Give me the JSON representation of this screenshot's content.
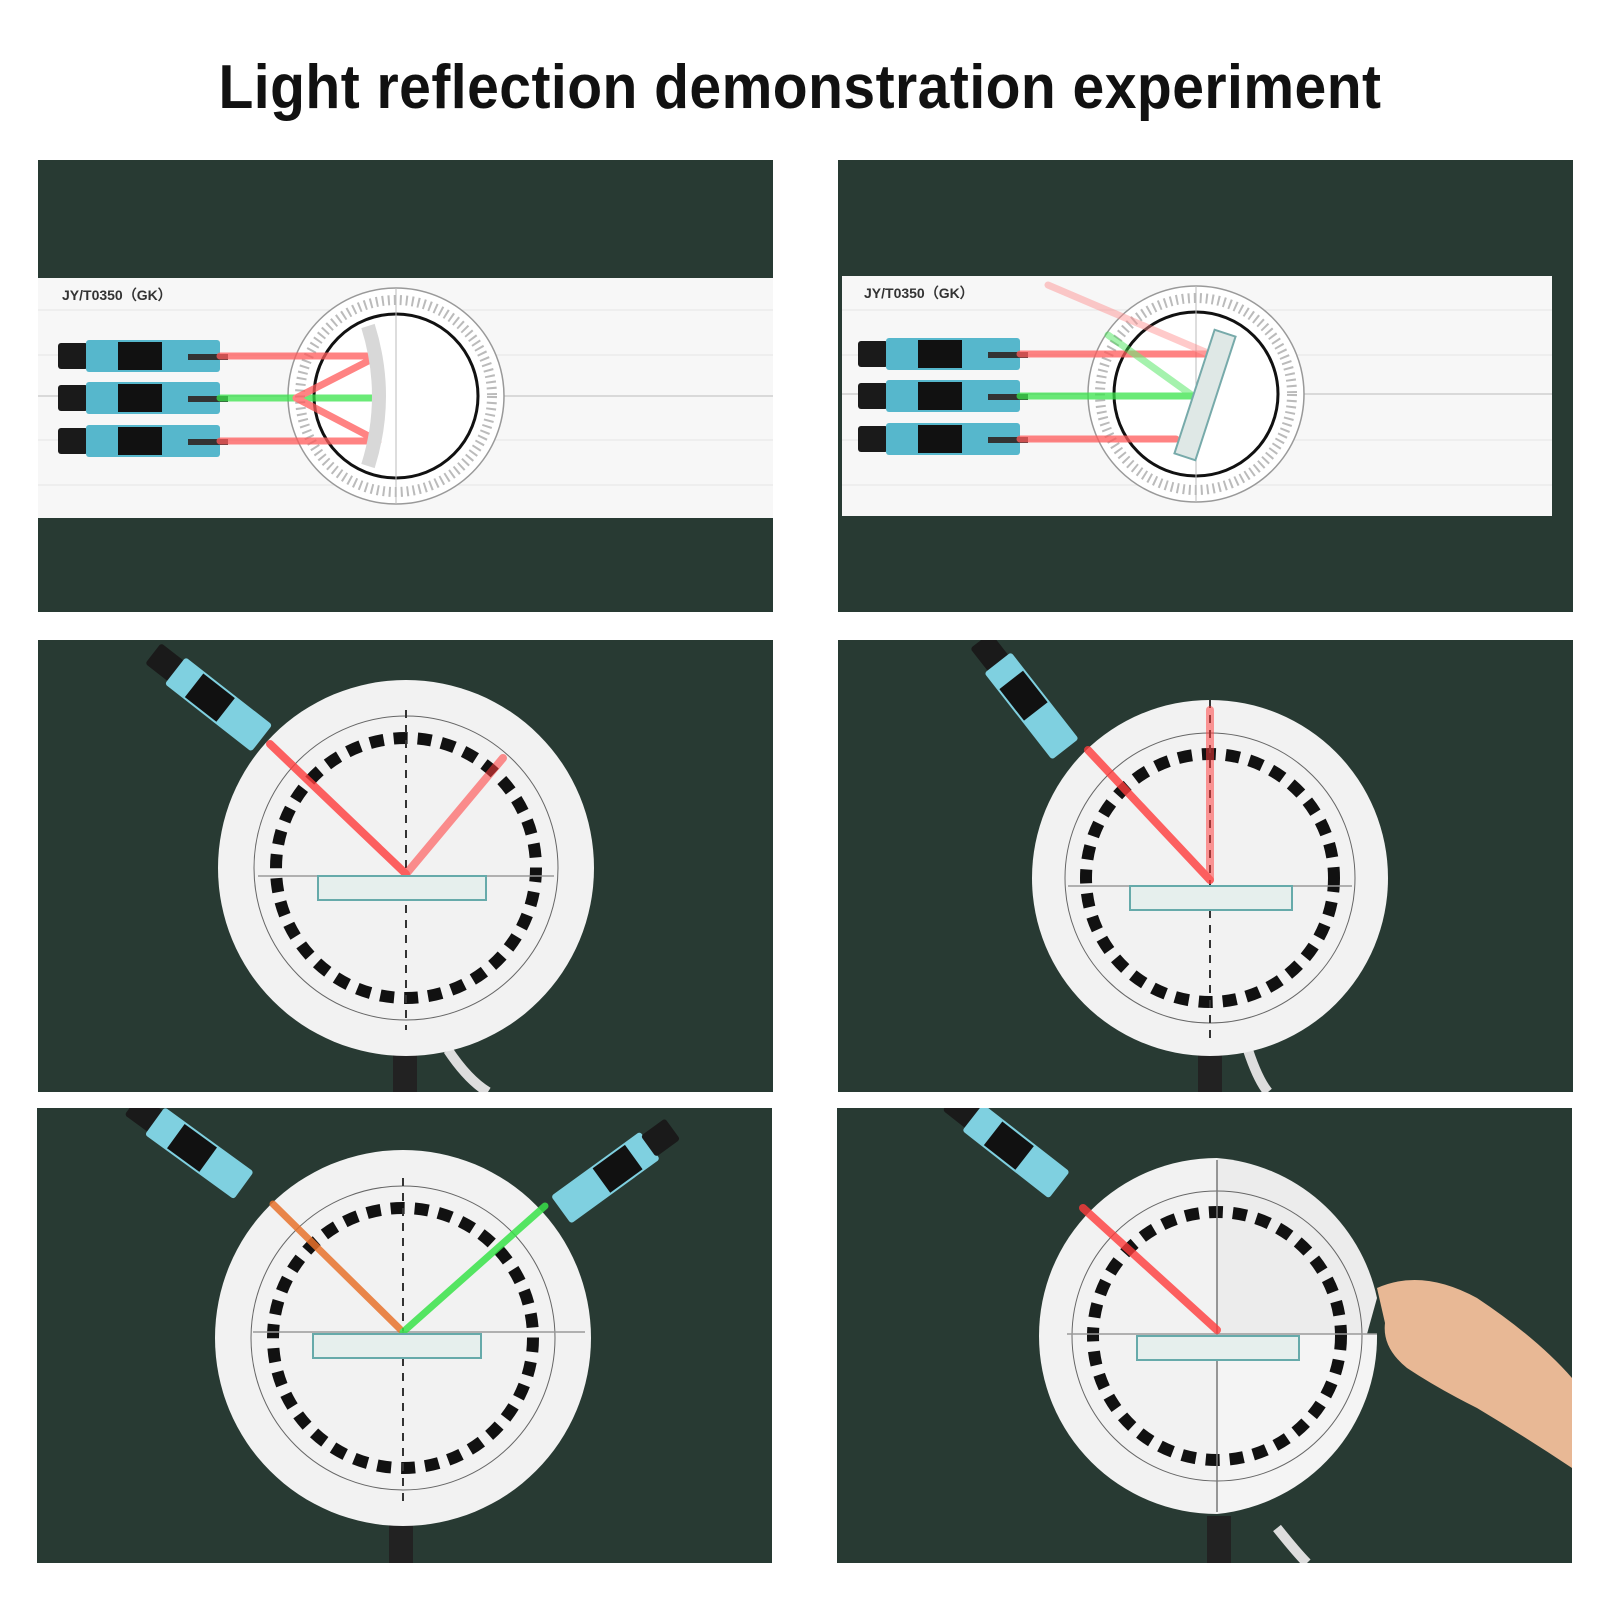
{
  "title": "Light reflection demonstration experiment",
  "colors": {
    "panel_background": "#283a33",
    "laser_red": "#ff3b3b",
    "laser_green": "#39e34a",
    "laser_orange": "#e8722c",
    "laser_body": "#56b7cc",
    "disc": "#f2f2f2"
  },
  "panels": [
    {
      "model_label": "JY/T0350（GK）",
      "mirror": "concave"
    },
    {
      "model_label": "JY/T0350（GK）",
      "mirror": "plane-angled"
    },
    {
      "mirror": "plane",
      "laser": "red"
    },
    {
      "mirror": "plane",
      "laser": "red"
    },
    {
      "mirror": "plane",
      "laser": "green-and-orange"
    },
    {
      "mirror": "plane-folded",
      "laser": "red"
    }
  ],
  "icons": [
    "laser-pointer-icon",
    "protractor-disc-icon",
    "mirror-icon",
    "hand-icon"
  ]
}
